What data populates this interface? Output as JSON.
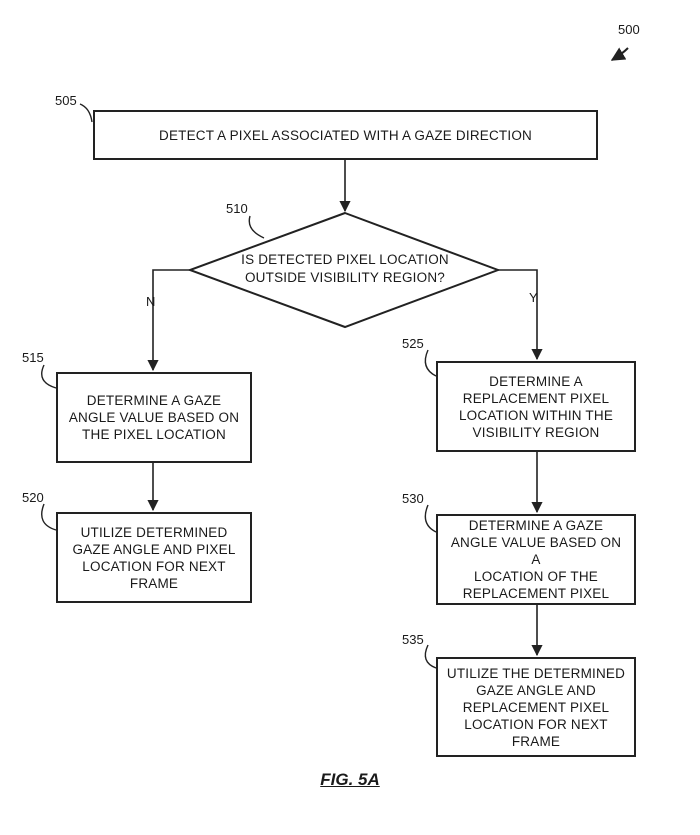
{
  "figure_number": "500",
  "caption": "FIG. 5A",
  "steps": {
    "s505": {
      "ref": "505",
      "lines": [
        "DETECT A PIXEL ASSOCIATED WITH A GAZE DIRECTION"
      ]
    },
    "s510": {
      "ref": "510",
      "lines": [
        "IS DETECTED PIXEL LOCATION",
        "OUTSIDE VISIBILITY REGION?"
      ]
    },
    "s515": {
      "ref": "515",
      "lines": [
        "DETERMINE A GAZE",
        "ANGLE VALUE BASED ON",
        "THE PIXEL LOCATION"
      ]
    },
    "s520": {
      "ref": "520",
      "lines": [
        "UTILIZE DETERMINED",
        "GAZE ANGLE AND PIXEL",
        "LOCATION FOR NEXT",
        "FRAME"
      ]
    },
    "s525": {
      "ref": "525",
      "lines": [
        "DETERMINE A",
        "REPLACEMENT PIXEL",
        "LOCATION WITHIN THE",
        "VISIBILITY REGION"
      ]
    },
    "s530": {
      "ref": "530",
      "lines": [
        "DETERMINE A GAZE",
        "ANGLE VALUE BASED ON A",
        "LOCATION OF THE",
        "REPLACEMENT PIXEL"
      ]
    },
    "s535": {
      "ref": "535",
      "lines": [
        "UTILIZE THE DETERMINED",
        "GAZE ANGLE AND",
        "REPLACEMENT PIXEL",
        "LOCATION FOR NEXT",
        "FRAME"
      ]
    }
  },
  "branches": {
    "no": "N",
    "yes": "Y"
  },
  "colors": {
    "line": "#222222",
    "text": "#1a1a1a",
    "background": "#ffffff"
  }
}
